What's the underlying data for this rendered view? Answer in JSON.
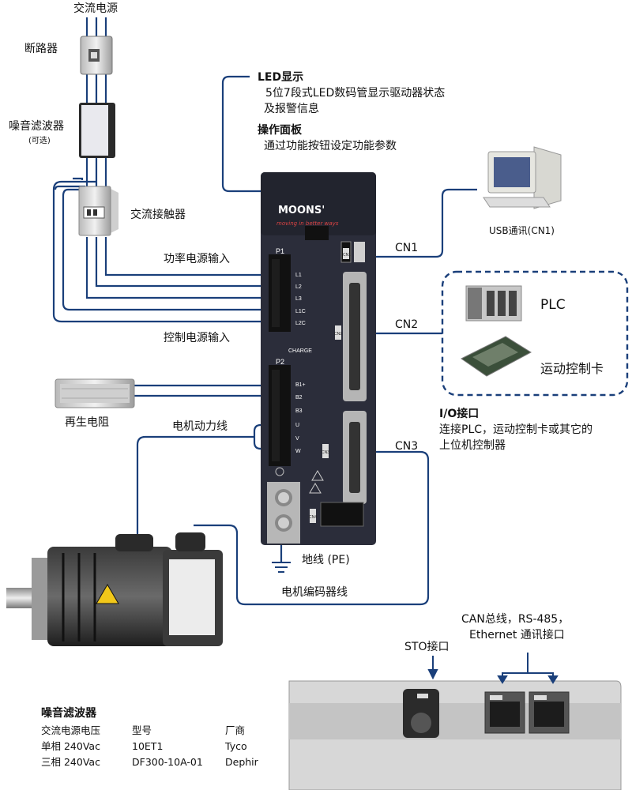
{
  "power": {
    "ac_source": "交流电源",
    "breaker": "断路器",
    "noise_filter": "噪音滤波器",
    "noise_filter_note": "(可选)",
    "contactor": "交流接触器",
    "power_input": "功率电源输入",
    "control_input": "控制电源输入",
    "regen_resistor": "再生电阻",
    "motor_power": "电机动力线",
    "ground": "地线 (PE)",
    "encoder": "电机编码器线"
  },
  "drive": {
    "brand": "MOONS'",
    "slogan": "moving in better ways",
    "p1": "P1",
    "p1_pins": [
      "L1",
      "L2",
      "L3",
      "L1C",
      "L2C"
    ],
    "charge": "CHARGE",
    "p2": "P2",
    "p2_pins": [
      "B1+",
      "B2",
      "B3",
      "U",
      "V",
      "W"
    ],
    "port_tags": [
      "CN1",
      "CN2",
      "CN3",
      "CN4"
    ]
  },
  "callouts": {
    "led_title": "LED显示",
    "led_desc_1": "5位7段式LED数码管显示驱动器状态",
    "led_desc_2": "及报警信息",
    "panel_title": "操作面板",
    "panel_desc": "通过功能按钮设定功能参数",
    "cn1": "CN1",
    "usb": "USB通讯(CN1)",
    "cn2": "CN2",
    "plc": "PLC",
    "motion_card": "运动控制卡",
    "io_title": "I/O接口",
    "io_desc_1": "连接PLC，运动控制卡或其它的",
    "io_desc_2": "上位机控制器",
    "cn3": "CN3"
  },
  "bottom": {
    "sto": "STO接口",
    "bus_1": "CAN总线，RS-485，",
    "bus_2": "Ethernet 通讯接口"
  },
  "filter_table": {
    "title": "噪音滤波器",
    "headers": [
      "交流电源电压",
      "型号",
      "厂商"
    ],
    "rows": [
      [
        "单相 240Vac",
        "10ET1",
        "Tyco"
      ],
      [
        "三相 240Vac",
        "DF300-10A-01",
        "Dephir"
      ]
    ]
  },
  "colors": {
    "line": "#1a3f7a",
    "drive_body": "#2b2d3a",
    "dash": "#1a3f7a"
  }
}
